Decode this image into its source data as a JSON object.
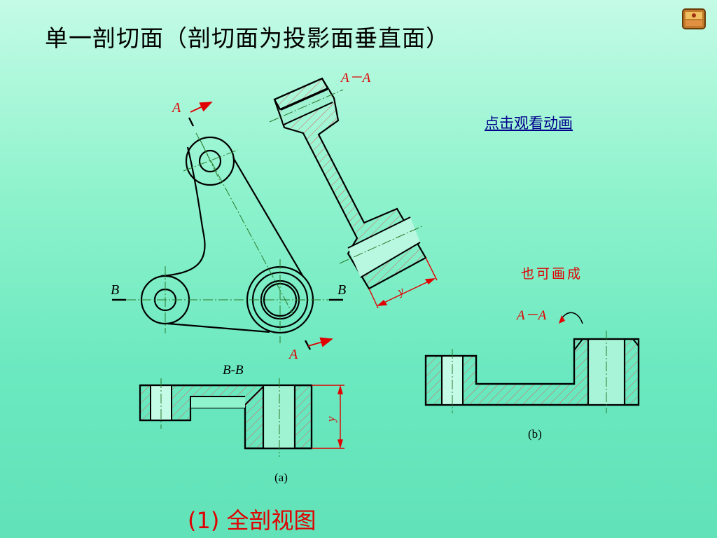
{
  "slide": {
    "title": "单一剖切面（剖切面为投影面垂直面）",
    "play_link": "点击观看动画",
    "note": "也可画成",
    "caption_a": "(a)",
    "caption_b": "(b)",
    "bottom_label": "(1)  全剖视图"
  },
  "labels": {
    "section_a_top": "A",
    "section_a_bottom": "A",
    "section_b_left": "B",
    "section_b_right": "B",
    "view_aa": "A－A",
    "view_aa_rotated": "A－A",
    "view_bb": "B-B",
    "dim_y_aa": "y",
    "dim_y_bb": "y"
  },
  "colors": {
    "accent_red": "#e00000",
    "link_blue": "#00008b",
    "hatch": "#e06060",
    "centerline": "#2a7a2a"
  },
  "icons": {
    "corner": "slide-logo-icon"
  }
}
